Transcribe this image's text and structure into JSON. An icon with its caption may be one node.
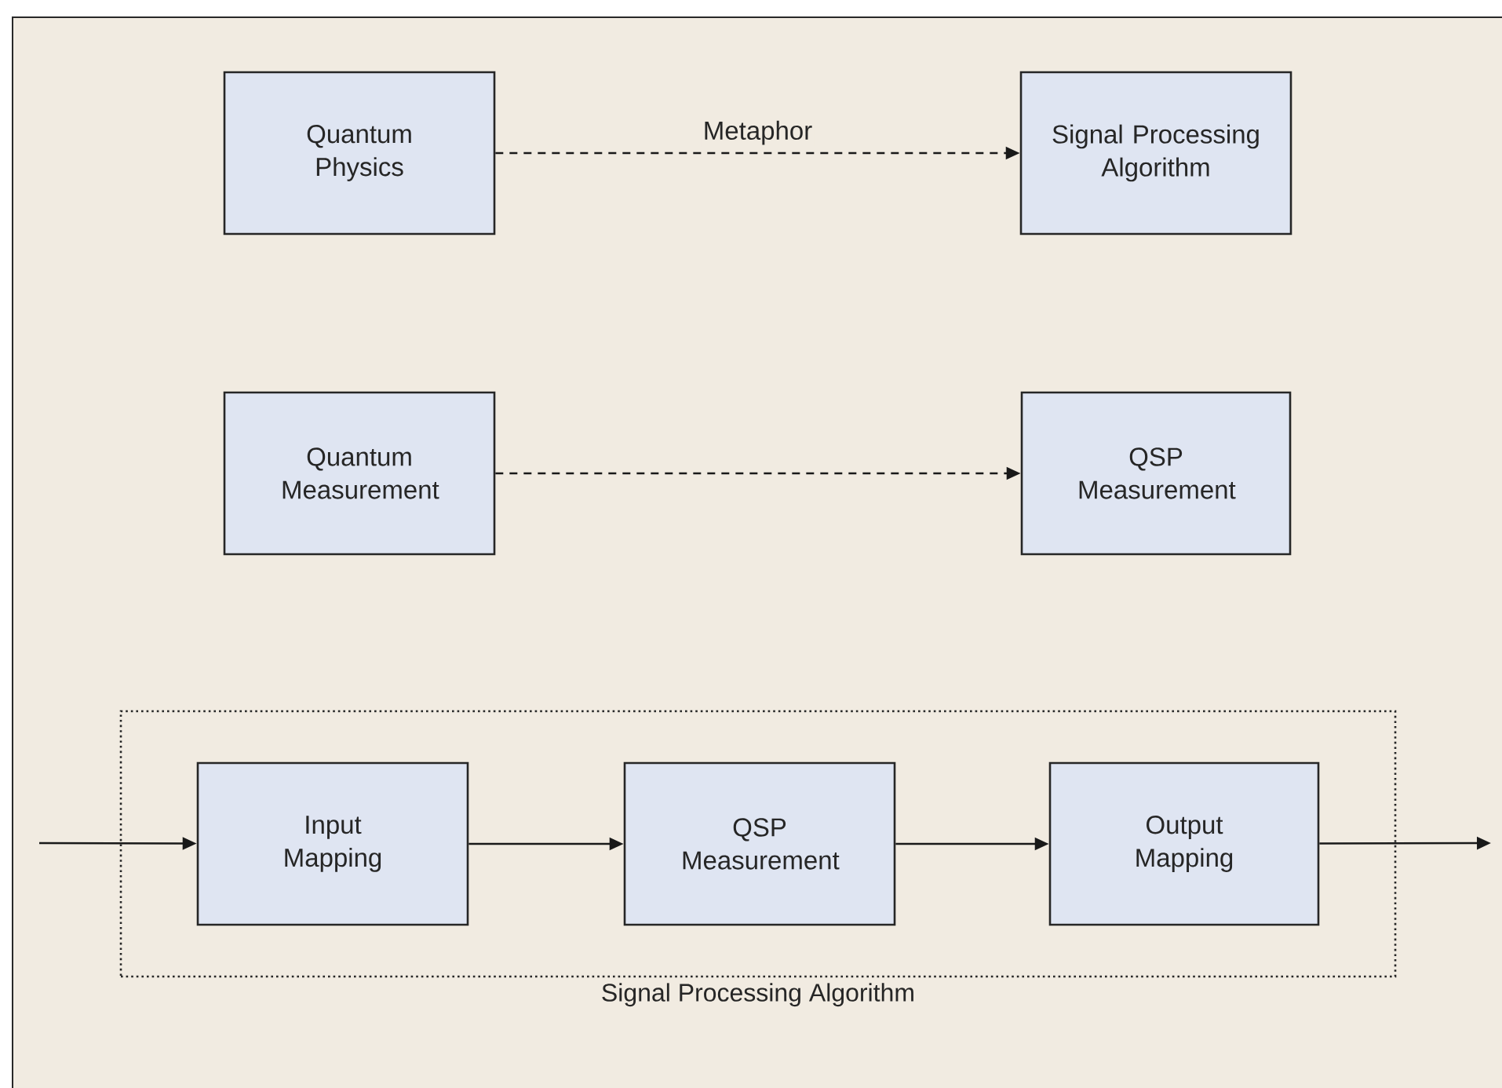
{
  "diagram": {
    "nodes": [
      {
        "text": [
          "Quantum Physics"
        ]
      },
      {
        "text": [
          "Signal Processing Algorithm"
        ]
      },
      {
        "text": [
          "Quantum Measurement"
        ]
      },
      {
        "text": [
          "QSP Measurement"
        ]
      },
      {
        "text": [
          "Signal Processing Algorithm"
        ]
      },
      {
        "text": [
          "Input Mapping"
        ],
        "in": 4
      },
      {
        "text": [
          "QSP Measurement"
        ],
        "in": 4
      },
      {
        "text": [
          "Output Mapping"
        ],
        "in": 4
      }
    ],
    "edges": [
      {
        "from": 0,
        "to": 1,
        "arrow": "to",
        "style": "dashed",
        "label": "Metaphor"
      },
      {
        "from": 2,
        "to": 3,
        "arrow": "to",
        "style": "dashed"
      },
      {
        "from": null,
        "to": 5,
        "arrow": "to"
      },
      {
        "from": 5,
        "to": 6,
        "arrow": "to"
      },
      {
        "from": 6,
        "to": 7,
        "arrow": "to"
      },
      {
        "from": 7,
        "to": null,
        "arrow": "to"
      }
    ]
  }
}
